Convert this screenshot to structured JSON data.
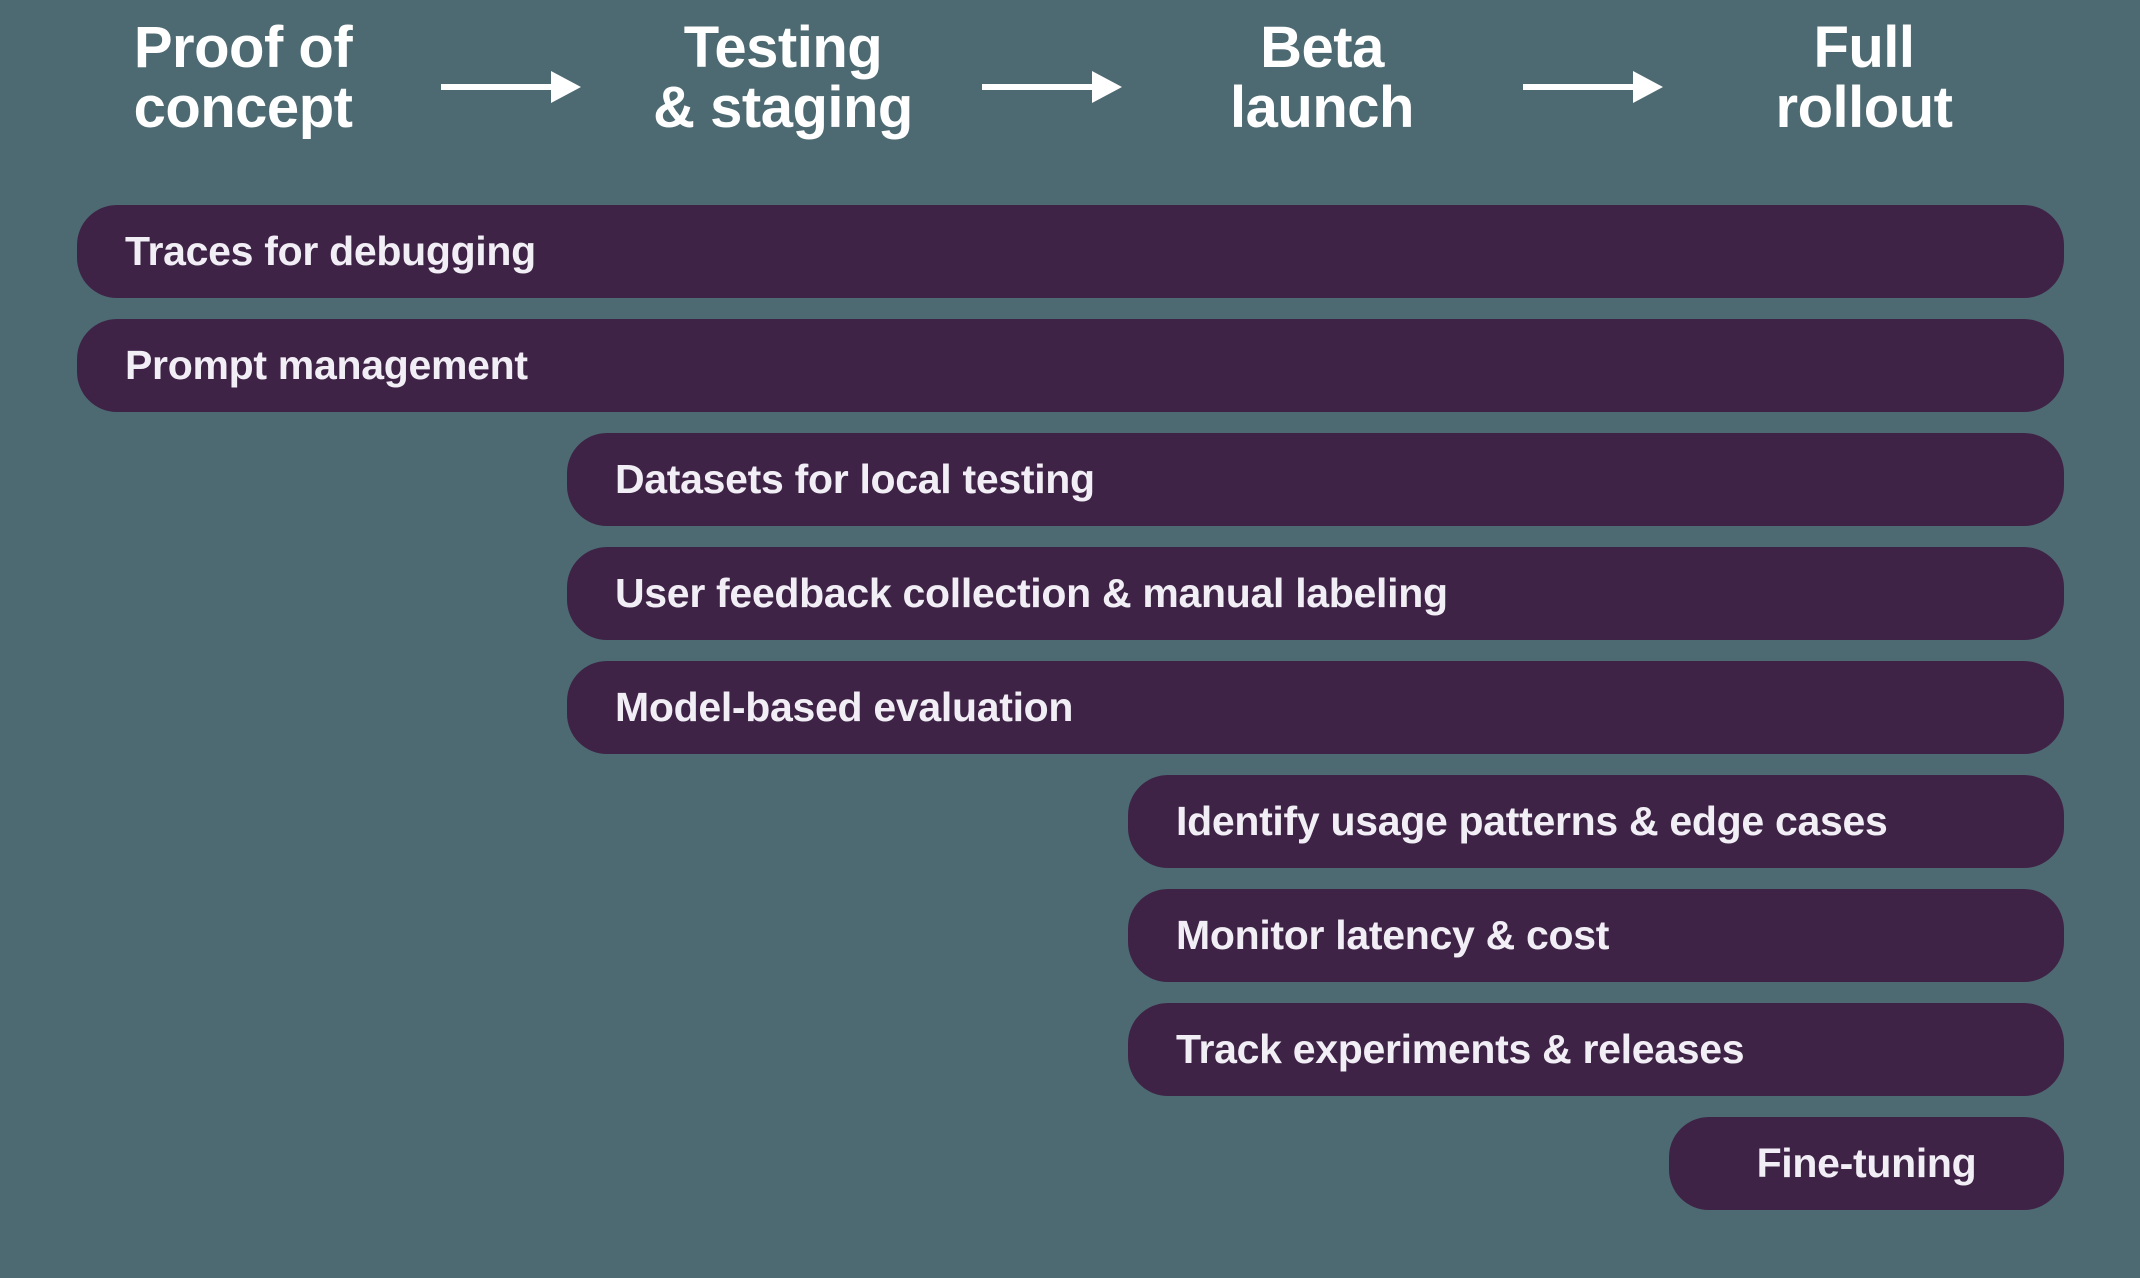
{
  "title": "LLM application lifecycle roadmap",
  "colors": {
    "background": "#4D6A72",
    "bar": "#3E2346",
    "bar_text": "#F2EEF5",
    "header_text": "#FFFFFF",
    "arrow": "#FFFFFF"
  },
  "stages": [
    {
      "label": "Proof of concept",
      "line1": "Proof of",
      "line2": "concept"
    },
    {
      "label": "Testing & staging",
      "line1": "Testing",
      "line2": "& staging"
    },
    {
      "label": "Beta launch",
      "line1": "Beta",
      "line2": "launch"
    },
    {
      "label": "Full rollout",
      "line1": "Full",
      "line2": "rollout"
    }
  ],
  "arrows": [
    {
      "name": "arrow-proof-to-testing"
    },
    {
      "name": "arrow-testing-to-beta"
    },
    {
      "name": "arrow-beta-to-full"
    }
  ],
  "bars": [
    {
      "label": "Traces for debugging",
      "starts_at_stage": "Proof of concept",
      "ends_at_stage": "Full rollout"
    },
    {
      "label": "Prompt management",
      "starts_at_stage": "Proof of concept",
      "ends_at_stage": "Full rollout"
    },
    {
      "label": "Datasets for local testing",
      "starts_at_stage": "Testing & staging",
      "ends_at_stage": "Full rollout"
    },
    {
      "label": "User feedback collection & manual labeling",
      "starts_at_stage": "Testing & staging",
      "ends_at_stage": "Full rollout"
    },
    {
      "label": "Model-based evaluation",
      "starts_at_stage": "Testing & staging",
      "ends_at_stage": "Full rollout"
    },
    {
      "label": "Identify usage patterns & edge cases",
      "starts_at_stage": "Beta launch",
      "ends_at_stage": "Full rollout"
    },
    {
      "label": "Monitor latency & cost",
      "starts_at_stage": "Beta launch",
      "ends_at_stage": "Full rollout"
    },
    {
      "label": "Track experiments & releases",
      "starts_at_stage": "Beta launch",
      "ends_at_stage": "Full rollout"
    },
    {
      "label": "Fine-tuning",
      "starts_at_stage": "Full rollout",
      "ends_at_stage": "Full rollout"
    }
  ]
}
